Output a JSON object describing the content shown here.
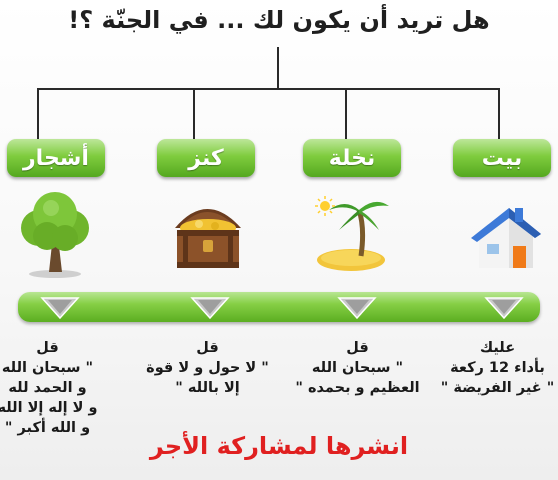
{
  "title": "هل تريد أن يكون لك ... في الجنّة ؟!",
  "items": [
    {
      "label": "بيت",
      "icon": "house-icon",
      "text": "عليك\nبأداء 12 ركعة\n\" غير الفريضة \""
    },
    {
      "label": "نخلة",
      "icon": "palm-island-icon",
      "text": "قل\n\" سبحان الله\nالعظيم و بحمده \""
    },
    {
      "label": "كنز",
      "icon": "treasure-chest-icon",
      "text": "قل\n\" لا حول و لا قوة\nإلا بالله \""
    },
    {
      "label": "أشجار",
      "icon": "tree-icon",
      "text": "قل\n\" سبحان الله\nو الحمد لله\nو لا إله إلا الله\nو الله أكبر \""
    }
  ],
  "footer": "انشرها لمشاركة الأجر",
  "colors": {
    "accent_green": "#7fcc3e",
    "footer_red": "#e02020"
  }
}
